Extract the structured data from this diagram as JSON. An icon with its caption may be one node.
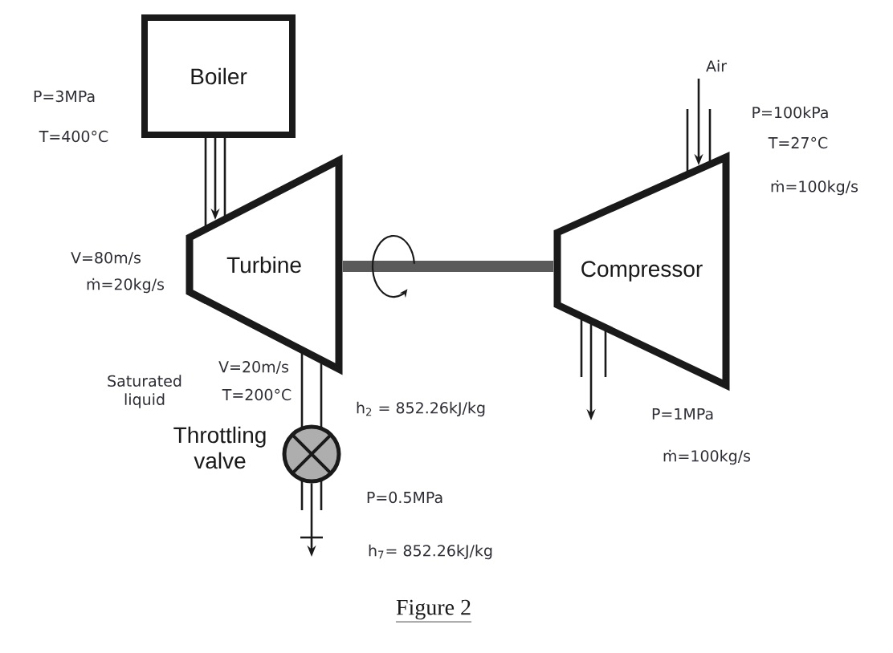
{
  "diagram": {
    "caption": "Figure 2",
    "nodes": [
      {
        "text": [
          "Boiler"
        ]
      },
      {
        "text": [
          "Air"
        ]
      },
      {
        "text": [
          "Turbine"
        ]
      },
      {
        "text": [
          "Compressor"
        ]
      },
      {
        "text": [],
        "shape": "circle",
        "beside": [
          "Throttling valve"
        ]
      }
    ],
    "edges": [
      {
        "from": 0,
        "to": 2,
        "arrow": "to"
      },
      {
        "from": 1,
        "to": 3,
        "arrow": "to"
      },
      {
        "from": 2,
        "to": 3,
        "arrow": "none",
        "style": "thick",
        "color": "#5a5a5a"
      },
      {
        "from": 2,
        "to": 4,
        "arrow": "none"
      },
      {
        "from": 4,
        "to": null,
        "arrow": "to"
      },
      {
        "from": 3,
        "to": null,
        "arrow": "to"
      }
    ],
    "labels": [
      "P=3MPa",
      "P=100kPa",
      "T=400°C",
      "T=27°C",
      "ṁ=100kg/s",
      "V=80m/s",
      "ṁ=20kg/s",
      "V=20m/s",
      "Saturated liquid",
      "T=200°C",
      "h$_{2}$ = 852.26kJ/kg",
      "P=1MPa",
      "ṁ=100kg/s",
      "P=0.5MPa",
      "h$_{7}$= 852.26kJ/kg"
    ]
  }
}
